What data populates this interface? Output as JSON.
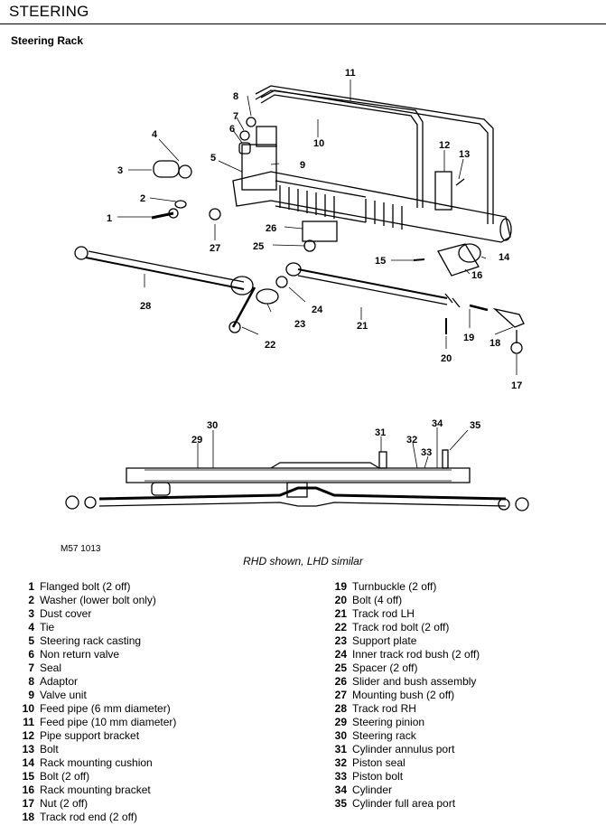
{
  "header": {
    "title": "STEERING"
  },
  "subtitle": "Steering Rack",
  "figure_ref": "M57 1013",
  "caption": "RHD shown, LHD similar",
  "parts_left": [
    {
      "num": "1",
      "label": "Flanged bolt (2 off)"
    },
    {
      "num": "2",
      "label": "Washer (lower bolt only)"
    },
    {
      "num": "3",
      "label": "Dust cover"
    },
    {
      "num": "4",
      "label": "Tie"
    },
    {
      "num": "5",
      "label": "Steering rack casting"
    },
    {
      "num": "6",
      "label": "Non return valve"
    },
    {
      "num": "7",
      "label": "Seal"
    },
    {
      "num": "8",
      "label": "Adaptor"
    },
    {
      "num": "9",
      "label": "Valve unit"
    },
    {
      "num": "10",
      "label": "Feed pipe (6 mm diameter)"
    },
    {
      "num": "11",
      "label": "Feed pipe (10 mm diameter)"
    },
    {
      "num": "12",
      "label": "Pipe support bracket"
    },
    {
      "num": "13",
      "label": "Bolt"
    },
    {
      "num": "14",
      "label": "Rack mounting cushion"
    },
    {
      "num": "15",
      "label": "Bolt (2 off)"
    },
    {
      "num": "16",
      "label": "Rack mounting bracket"
    },
    {
      "num": "17",
      "label": "Nut (2 off)"
    },
    {
      "num": "18",
      "label": "Track rod end (2 off)"
    }
  ],
  "parts_right": [
    {
      "num": "19",
      "label": "Turnbuckle (2 off)"
    },
    {
      "num": "20",
      "label": "Bolt (4 off)"
    },
    {
      "num": "21",
      "label": "Track rod LH"
    },
    {
      "num": "22",
      "label": "Track rod bolt (2 off)"
    },
    {
      "num": "23",
      "label": "Support plate"
    },
    {
      "num": "24",
      "label": "Inner track rod bush (2 off)"
    },
    {
      "num": "25",
      "label": "Spacer (2 off)"
    },
    {
      "num": "26",
      "label": "Slider and bush assembly"
    },
    {
      "num": "27",
      "label": "Mounting bush (2 off)"
    },
    {
      "num": "28",
      "label": "Track rod RH"
    },
    {
      "num": "29",
      "label": "Steering pinion"
    },
    {
      "num": "30",
      "label": "Steering rack"
    },
    {
      "num": "31",
      "label": "Cylinder annulus port"
    },
    {
      "num": "32",
      "label": "Piston seal"
    },
    {
      "num": "33",
      "label": "Piston bolt"
    },
    {
      "num": "34",
      "label": "Cylinder"
    },
    {
      "num": "35",
      "label": "Cylinder full area port"
    }
  ],
  "callouts": [
    "1",
    "2",
    "3",
    "4",
    "5",
    "6",
    "7",
    "8",
    "9",
    "10",
    "11",
    "12",
    "13",
    "14",
    "15",
    "16",
    "17",
    "18",
    "19",
    "20",
    "21",
    "22",
    "23",
    "24",
    "25",
    "26",
    "27",
    "28",
    "29",
    "30",
    "31",
    "32",
    "33",
    "34",
    "35"
  ]
}
